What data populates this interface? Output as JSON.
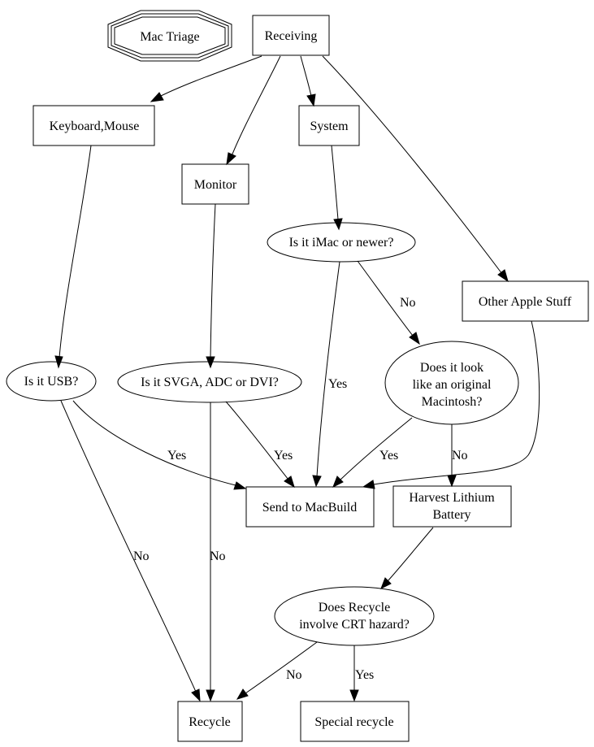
{
  "diagram": {
    "title": "Mac Triage",
    "nodes": {
      "title": {
        "label": "Mac Triage",
        "shape": "tripleoctagon"
      },
      "receiving": {
        "label": "Receiving",
        "shape": "box"
      },
      "keyboard_mouse": {
        "label": "Keyboard,Mouse",
        "shape": "box"
      },
      "system": {
        "label": "System",
        "shape": "box"
      },
      "monitor": {
        "label": "Monitor",
        "shape": "box"
      },
      "imac_q": {
        "label": "Is it iMac or newer?",
        "shape": "ellipse"
      },
      "other_apple": {
        "label": "Other Apple Stuff",
        "shape": "box"
      },
      "usb_q": {
        "label": "Is it USB?",
        "shape": "ellipse"
      },
      "svga_q": {
        "label": "Is it SVGA, ADC or DVI?",
        "shape": "ellipse"
      },
      "orig_mac_q": {
        "lines": [
          "Does it look",
          "like an original",
          "Macintosh?"
        ],
        "shape": "ellipse"
      },
      "send_macbuild": {
        "label": "Send to MacBuild",
        "shape": "box"
      },
      "harvest": {
        "lines": [
          "Harvest Lithium",
          "Battery"
        ],
        "shape": "box"
      },
      "crt_q": {
        "lines": [
          "Does Recycle",
          "involve CRT hazard?"
        ],
        "shape": "ellipse"
      },
      "recycle": {
        "label": "Recycle",
        "shape": "box"
      },
      "special_recycle": {
        "label": "Special recycle",
        "shape": "box"
      }
    },
    "edges": [
      {
        "from": "receiving",
        "to": "keyboard_mouse",
        "label": ""
      },
      {
        "from": "receiving",
        "to": "monitor",
        "label": ""
      },
      {
        "from": "receiving",
        "to": "system",
        "label": ""
      },
      {
        "from": "receiving",
        "to": "other_apple",
        "label": ""
      },
      {
        "from": "keyboard_mouse",
        "to": "usb_q",
        "label": ""
      },
      {
        "from": "monitor",
        "to": "svga_q",
        "label": ""
      },
      {
        "from": "system",
        "to": "imac_q",
        "label": ""
      },
      {
        "from": "imac_q",
        "to": "orig_mac_q",
        "label": "No"
      },
      {
        "from": "imac_q",
        "to": "send_macbuild",
        "label": "Yes"
      },
      {
        "from": "usb_q",
        "to": "send_macbuild",
        "label": "Yes"
      },
      {
        "from": "usb_q",
        "to": "recycle",
        "label": "No"
      },
      {
        "from": "svga_q",
        "to": "send_macbuild",
        "label": "Yes"
      },
      {
        "from": "svga_q",
        "to": "recycle",
        "label": "No"
      },
      {
        "from": "orig_mac_q",
        "to": "send_macbuild",
        "label": "Yes"
      },
      {
        "from": "orig_mac_q",
        "to": "harvest",
        "label": "No"
      },
      {
        "from": "other_apple",
        "to": "send_macbuild",
        "label": ""
      },
      {
        "from": "harvest",
        "to": "crt_q",
        "label": ""
      },
      {
        "from": "crt_q",
        "to": "recycle",
        "label": "No"
      },
      {
        "from": "crt_q",
        "to": "special_recycle",
        "label": "Yes"
      }
    ]
  }
}
